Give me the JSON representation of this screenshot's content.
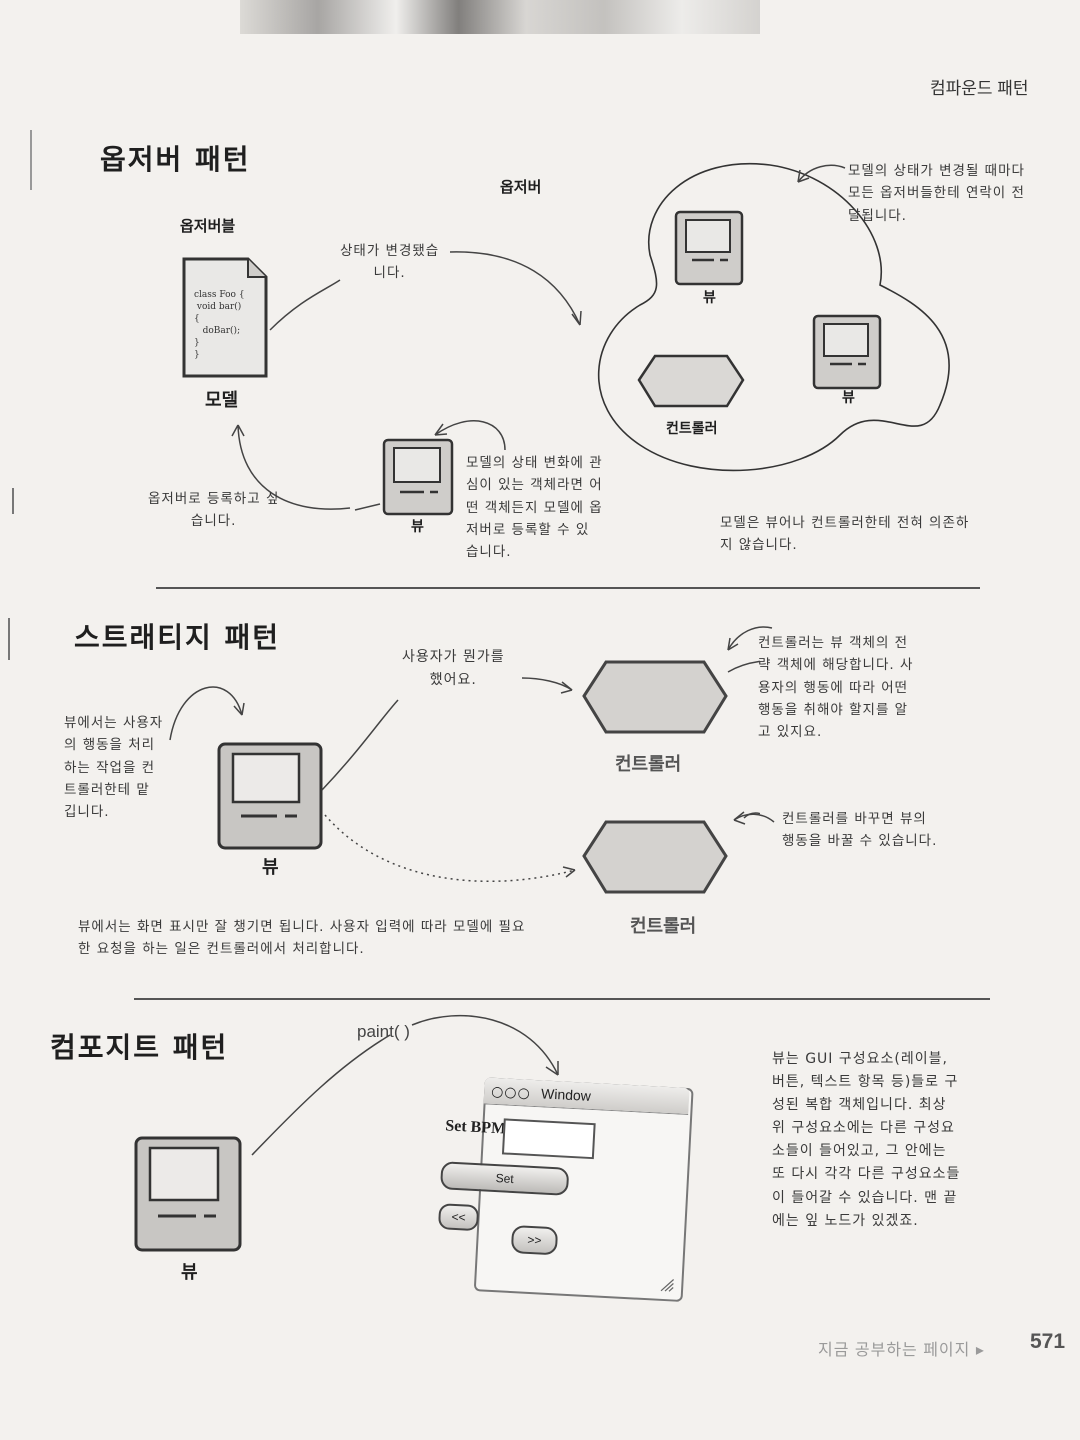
{
  "header": {
    "section": "컴파운드 패턴"
  },
  "observer": {
    "title": "옵저버 패턴",
    "observable_label": "옵저버블",
    "observer_label": "옵저버",
    "code_lines": "class Foo {\n void bar()\n{\n   doBar();\n}\n}",
    "model_label": "모델",
    "state_changed": "상태가 변경됐습\n니다.",
    "notify_note": "모델의 상태가 변경될 때마다\n모든 옵저버들한테 연락이 전\n달됩니다.",
    "view_label_1": "뷰",
    "view_label_2": "뷰",
    "controller_label": "컨트롤러",
    "register_note": "옵저버로 등록하고 싶\n습니다.",
    "view_label_3": "뷰",
    "interest_note": "모델의 상태 변화에 관\n심이 있는 객체라면 어\n떤 객체든지 모델에 옵\n저버로 등록할 수 있\n습니다.",
    "independence_note": "모델은 뷰어나 컨트롤러한테 전혀 의존하\n지 않습니다."
  },
  "strategy": {
    "title": "스트래티지 패턴",
    "user_did": "사용자가 뭔가를\n했어요.",
    "controller_note": "컨트롤러는 뷰 객체의 전\n략 객체에 해당합니다. 사\n용자의 행동에 따라 어떤\n행동을 취해야 할지를 알\n고 있지요.",
    "view_note": "뷰에서는 사용자\n의 행동을 처리\n하는 작업을 컨\n트롤러한테 맡\n깁니다.",
    "view_label": "뷰",
    "controller_label_1": "컨트롤러",
    "swap_note": "컨트롤러를 바꾸면 뷰의\n행동을 바꿀 수 있습니다.",
    "controller_label_2": "컨트롤러",
    "bottom_note": "뷰에서는 화면 표시만 잘 챙기면 됩니다. 사용자 입력에 따라 모델에 필요\n한 요청을 하는 일은 컨트롤러에서 처리합니다."
  },
  "composite": {
    "title": "컴포지트 패턴",
    "paint_call": "paint( )",
    "window_title": "Window",
    "set_bpm": "Set BPM:",
    "set_button": "Set",
    "prev_button": "<<",
    "next_button": ">>",
    "view_label": "뷰",
    "note": "뷰는 GUI 구성요소(레이블,\n버튼, 텍스트 항목 등)들로 구\n성된 복합 객체입니다. 최상\n위 구성요소에는 다른 구성요\n소들이 들어있고, 그 안에는\n또 다시 각각 다른 구성요소들\n이 들어갈 수 있습니다. 맨 끝\n에는 잎 노드가 있겠죠."
  },
  "footer": {
    "text": "지금 공부하는 페이지 ▸",
    "page_number": "571"
  }
}
